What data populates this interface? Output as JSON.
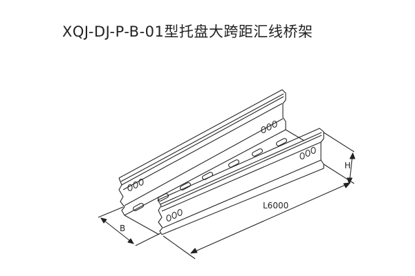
{
  "title": "XQJ-DJ-P-B-01型托盘大跨距汇线桥架",
  "diagram": {
    "subject": "cable tray (tray-type long-span bus cable bridge)",
    "dimensions": {
      "width_label": "B",
      "height_label": "H",
      "length_label": "L6000"
    },
    "colors": {
      "line": "#222222",
      "background": "#ffffff"
    }
  }
}
